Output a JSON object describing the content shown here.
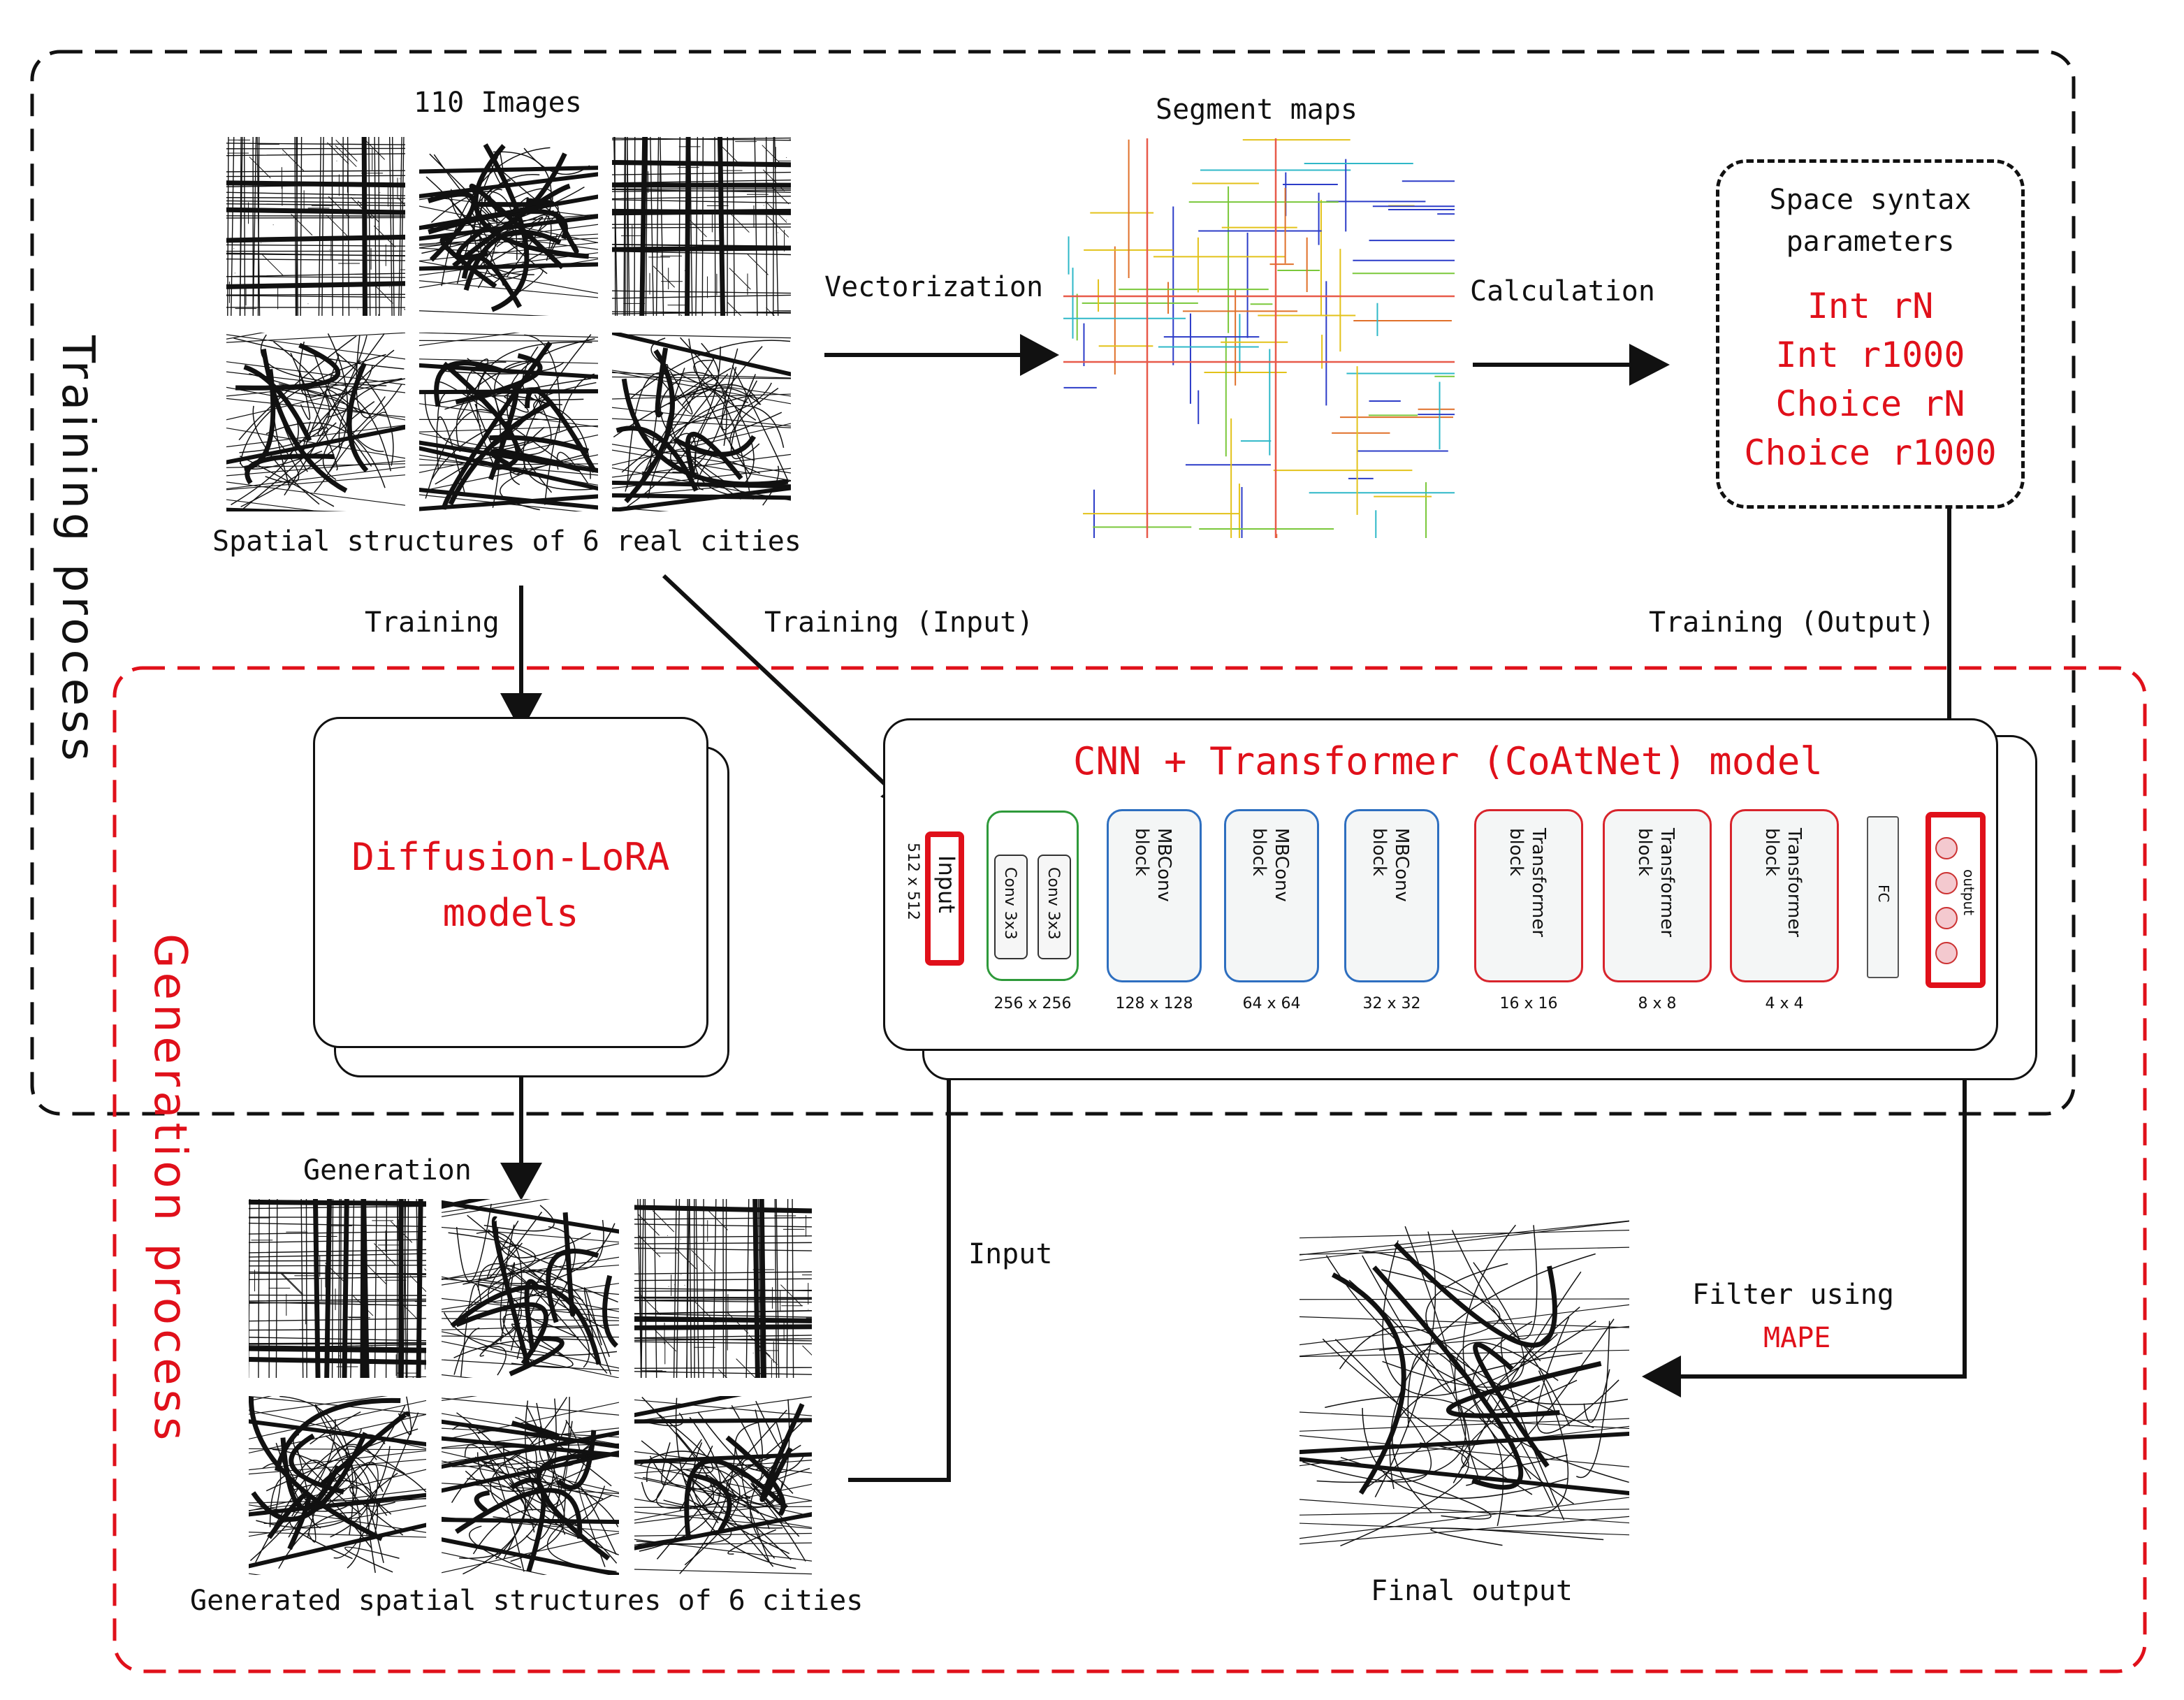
{
  "sections": {
    "training": "Training process",
    "generation": "Generation process"
  },
  "top": {
    "images_title": "110 Images",
    "images_caption": "Spatial structures of 6 real cities",
    "vectorization": "Vectorization",
    "segment_title": "Segment maps",
    "calculation": "Calculation",
    "syntax_title_1": "Space syntax",
    "syntax_title_2": "parameters",
    "syntax_params": [
      "Int rN",
      "Int r1000",
      "Choice rN",
      "Choice r1000"
    ]
  },
  "arrows": {
    "training": "Training",
    "training_input": "Training (Input)",
    "training_output": "Training (Output)",
    "input": "Input",
    "filter_1": "Filter using",
    "filter_2": "MAPE",
    "generation": "Generation"
  },
  "diffusion": {
    "line1": "Diffusion-LoRA",
    "line2": "models"
  },
  "model": {
    "title": "CNN + Transformer (CoAtNet) model",
    "input_label": "Input",
    "input_size": "512 x 512",
    "conv1": "Conv 3x3",
    "conv2": "Conv 3x3",
    "blocks": [
      {
        "label": "MBConv block",
        "size": "128 x 128"
      },
      {
        "label": "MBConv block",
        "size": "64 x 64"
      },
      {
        "label": "MBConv block",
        "size": "32 x 32"
      },
      {
        "label": "Transformer block",
        "size": "16 x 16"
      },
      {
        "label": "Transformer block",
        "size": "8 x 8"
      },
      {
        "label": "Transformer block",
        "size": "4 x 4"
      }
    ],
    "conv_size": "256 x 256",
    "fc": "FC",
    "output": "output"
  },
  "bottom": {
    "generated_caption": "Generated spatial structures of 6 cities",
    "final_output": "Final output"
  },
  "colors": {
    "red": "#e0101a",
    "green": "#2e9a3a",
    "blue": "#2e6fc0",
    "crimson": "#d8242c",
    "dash_black": "#111111"
  }
}
